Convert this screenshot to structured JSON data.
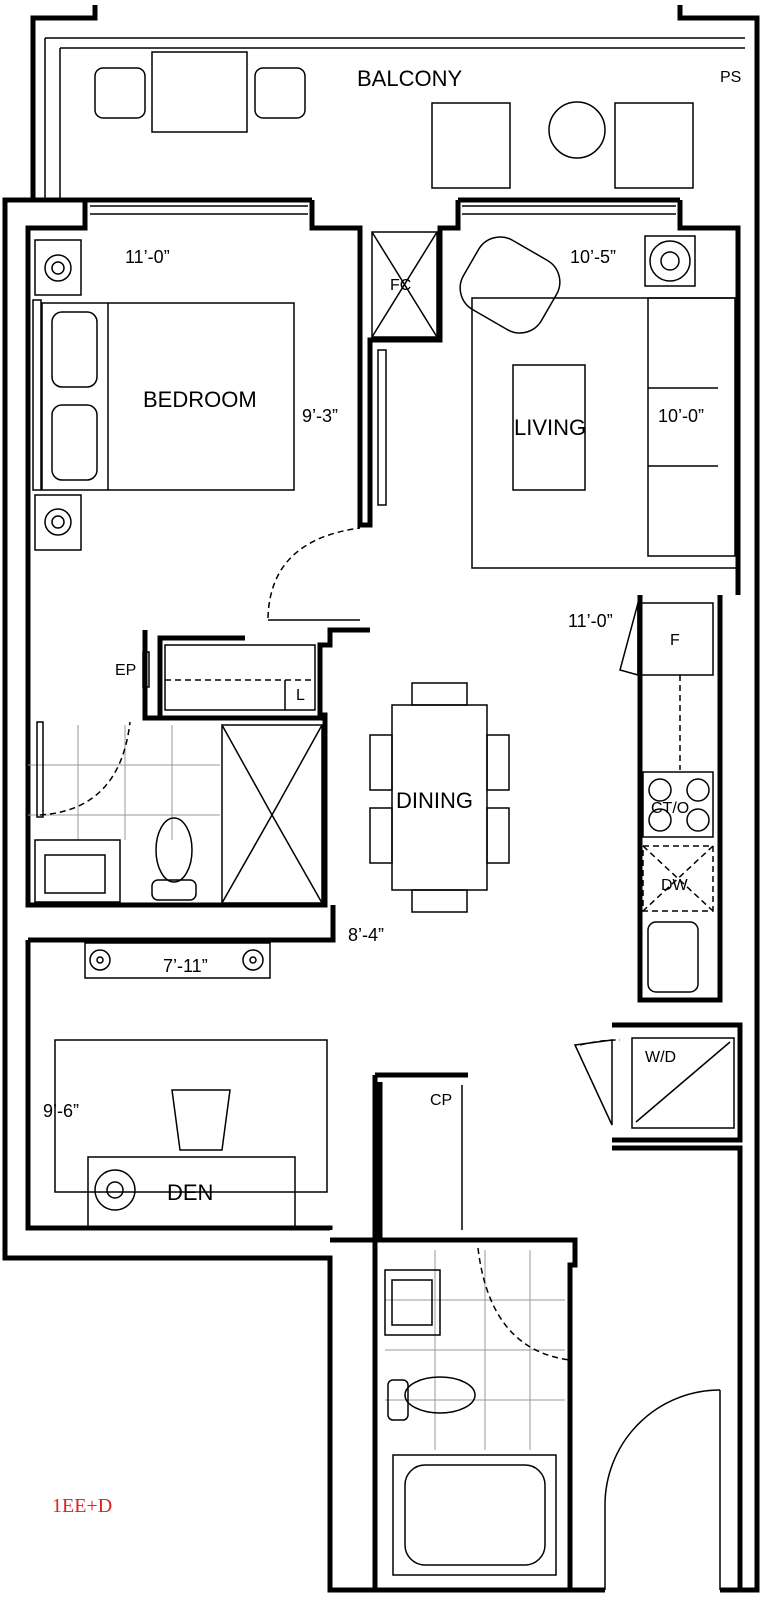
{
  "rooms": {
    "balcony": "BALCONY",
    "bedroom": "BEDROOM",
    "living": "LIVING",
    "dining": "DINING",
    "den": "DEN"
  },
  "fixtures": {
    "ps": "PS",
    "fc": "FC",
    "ep": "EP",
    "l": "L",
    "f": "F",
    "ct_o": "CT/O",
    "dw": "DW",
    "wd": "W/D",
    "cp": "CP"
  },
  "dimensions": {
    "bedroom_width": "11’-0”",
    "bedroom_depth": "9’-3”",
    "living_width": "10’-5”",
    "living_depth": "10’-0”",
    "dining_width": "11’-0”",
    "dining_depth": "8’-4”",
    "den_width": "7’-11”",
    "den_depth": "9’-6”"
  },
  "unit_code": "1EE+D",
  "colors": {
    "unit_code": "#e02020",
    "walls": "#000000"
  }
}
